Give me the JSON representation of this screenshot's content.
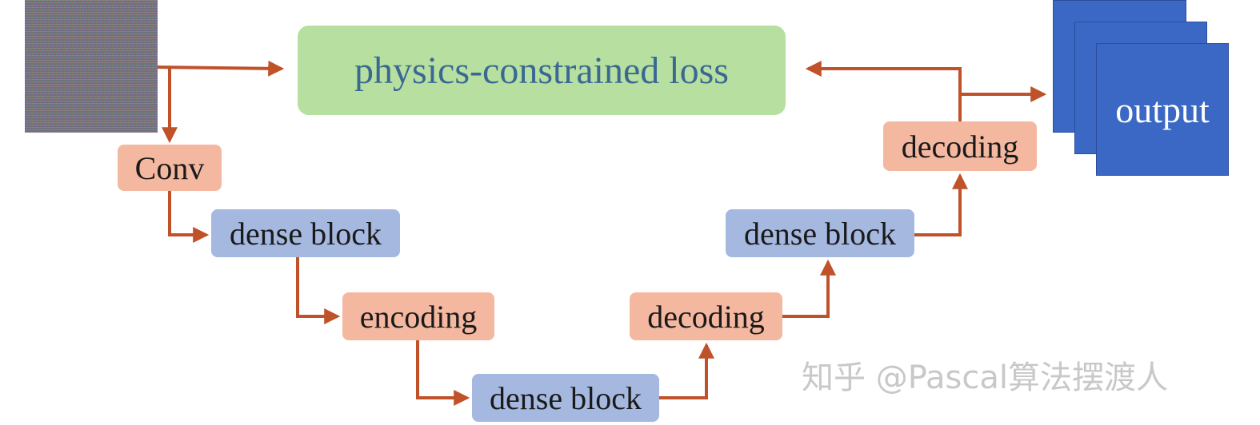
{
  "diagram": {
    "loss_label": "physics-constrained loss",
    "conv_label": "Conv",
    "dense_block_label": "dense block",
    "encoding_label": "encoding",
    "decoding_label": "decoding",
    "output_label": "output",
    "arrow_color": "#c0522a",
    "colors": {
      "orange_box": "#f4b8a0",
      "blue_box": "#a5b8e0",
      "green_box": "#b6dfa0",
      "output_stack": "#3a68c4"
    }
  },
  "watermark": "知乎 @Pascal算法摆渡人"
}
